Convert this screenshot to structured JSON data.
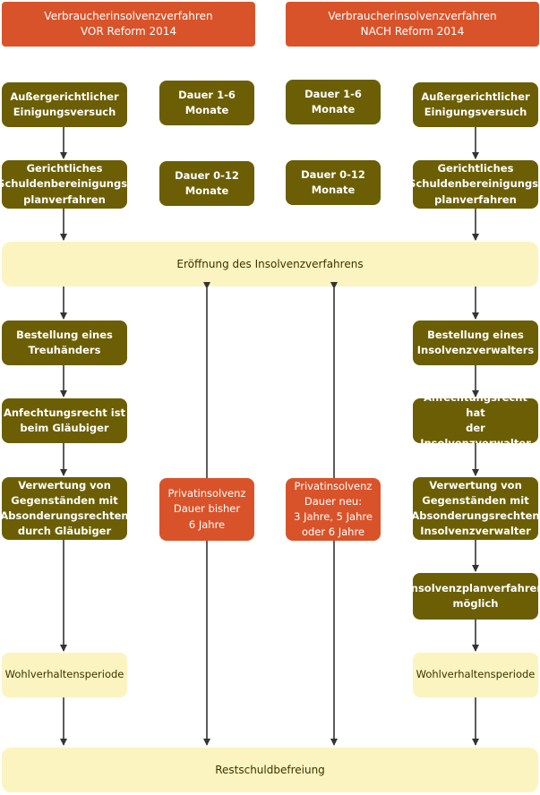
{
  "colors": {
    "header": "#d9532a",
    "step": "#6b5e05",
    "privat": "#d9532a",
    "band": "#fbf4c0",
    "arrow": "#333333"
  },
  "headers": {
    "before": "Verbraucherinsolvenzverfahren\nVOR Reform 2014",
    "after": "Verbraucherinsolvenzverfahren\nNACH Reform 2014"
  },
  "left": {
    "step1": "Außergerichtlicher\nEinigungsversuch",
    "step2": "Gerichtliches\nSchuldenbereinigungs-\nplanverfahren",
    "step3": "Bestellung eines\nTreuhänders",
    "step4": "Anfechtungsrecht ist\nbeim Gläubiger",
    "step5": "Verwertung von\nGegenständen mit\nAbsonderungsrechten\ndurch Gläubiger",
    "step6": "Wohlverhaltensperiode"
  },
  "right": {
    "step1": "Außergerichtlicher\nEinigungsversuch",
    "step2": "Gerichtliches\nSchuldenbereinigungs-\nplanverfahren",
    "step3": "Bestellung eines\nInsolvenzverwalters",
    "step4": "Anfechtungsrecht hat\nder Insolvenzverwalter",
    "step5": "Verwertung von\nGegenständen mit\nAbsonderungsrechten\nInsolvenzverwalter",
    "step6": "Insolvenzplanverfahren\nmöglich",
    "step7": "Wohlverhaltensperiode"
  },
  "durations": {
    "left1": "Dauer 1-6  Monate",
    "left2": "Dauer 0-12  Monate",
    "right1": "Dauer 1-6  Monate",
    "right2": "Dauer 0-12  Monate"
  },
  "privat": {
    "before": "Privatinsolvenz\nDauer bisher\n6 Jahre",
    "after": "Privatinsolvenz\nDauer neu:\n3 Jahre, 5 Jahre\noder 6 Jahre"
  },
  "bands": {
    "opening": "Eröffnung des Insolvenzverfahrens",
    "final": "Restschuldbefreiung"
  }
}
